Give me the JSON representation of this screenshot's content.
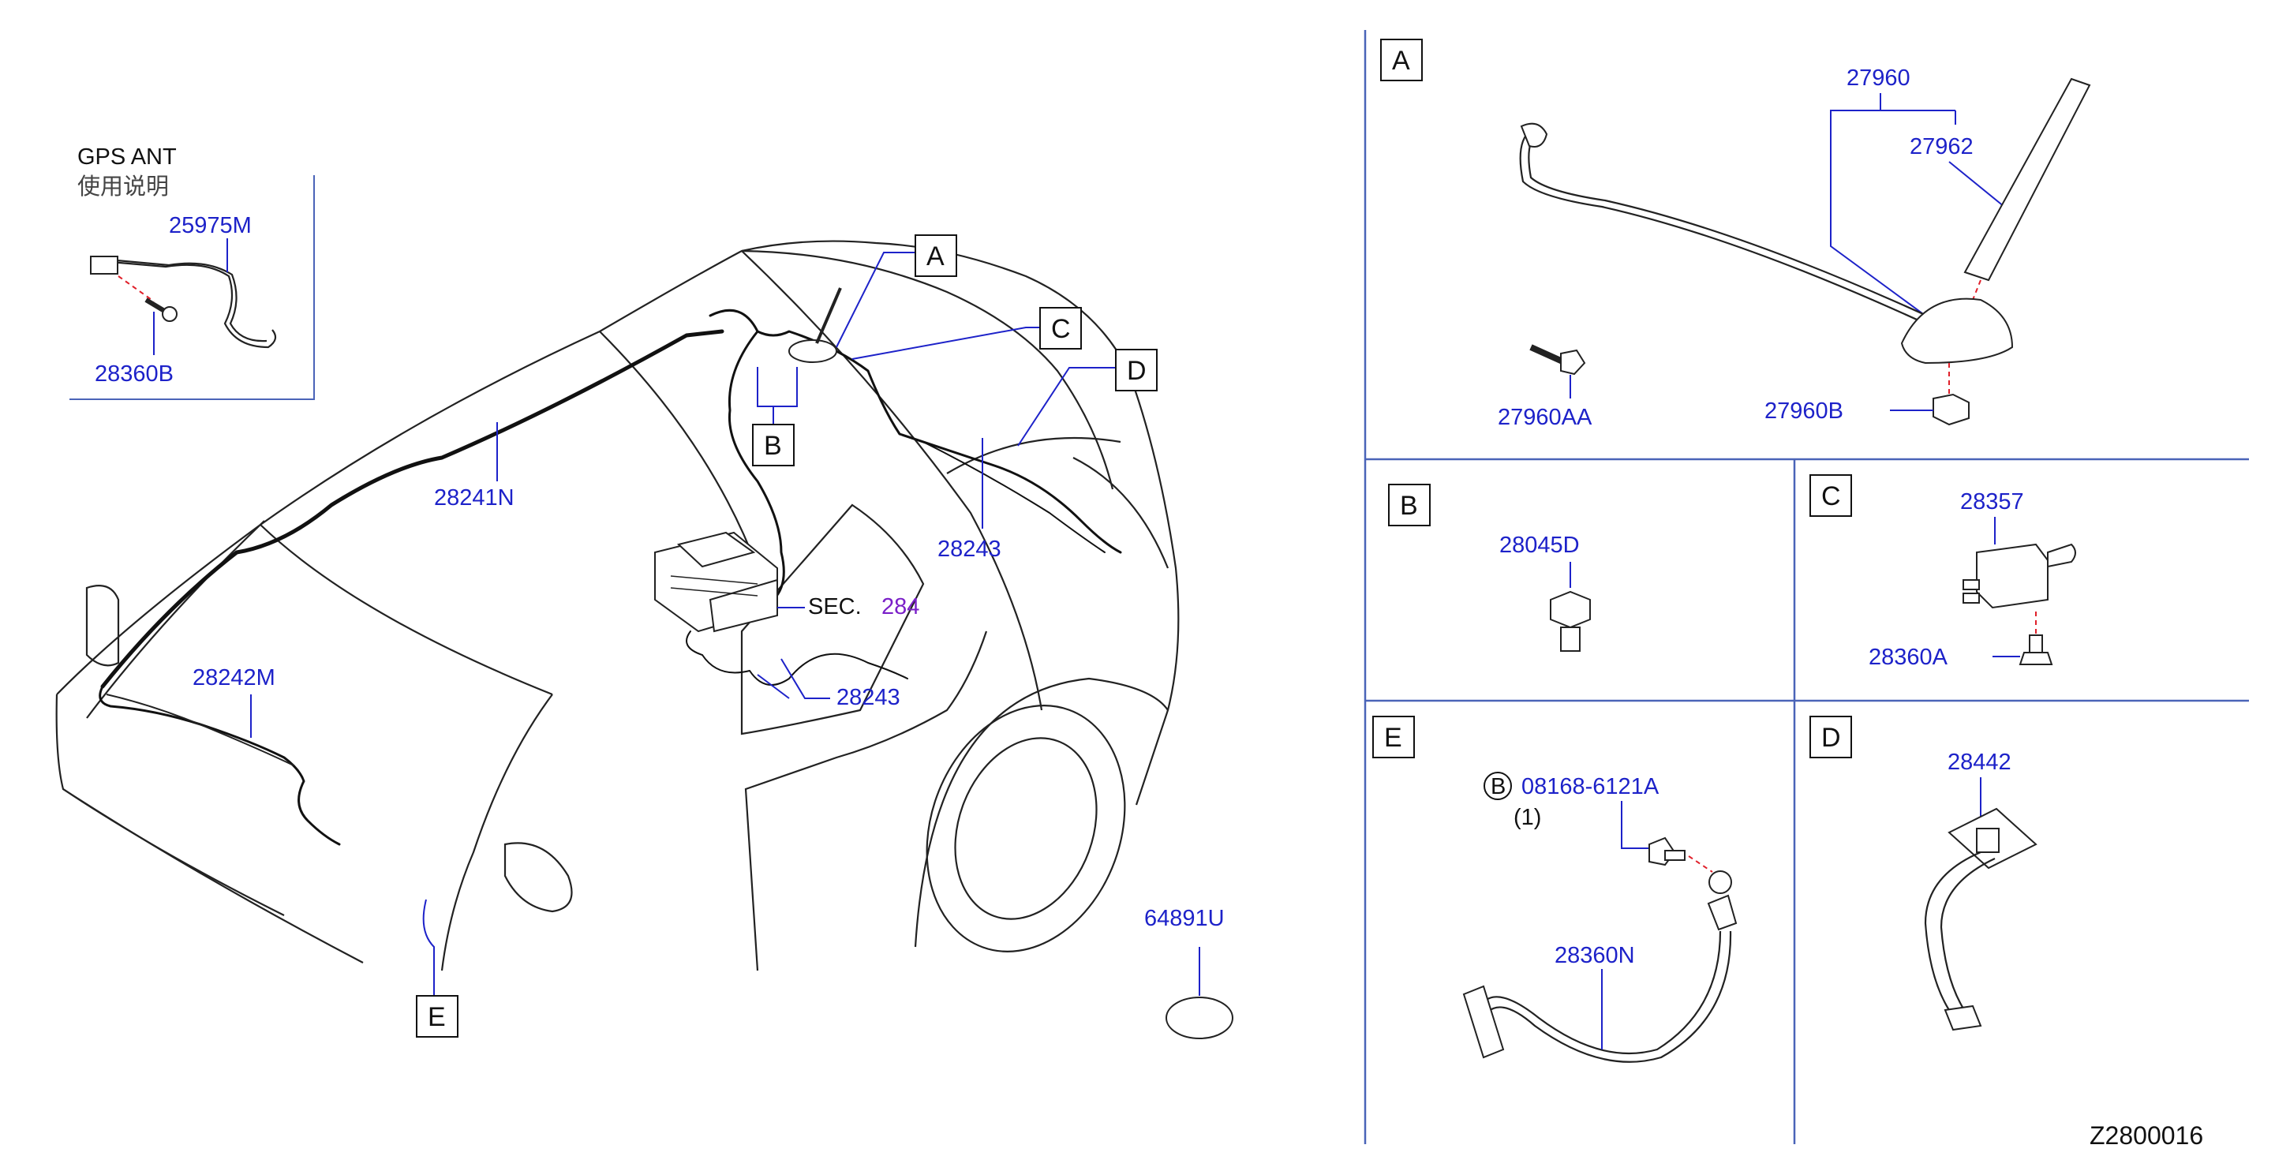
{
  "gps_note": {
    "line1": "GPS   ANT",
    "line2": "使用说明"
  },
  "labels": {
    "p25975M": "25975M",
    "p28360B": "28360B",
    "p28241N": "28241N",
    "p28242M": "28242M",
    "p28243_upper": "28243",
    "p28243_lower": "28243",
    "sec_prefix": "SEC.",
    "sec_number": "284",
    "p64891U": "64891U"
  },
  "callouts": {
    "A": "A",
    "B": "B",
    "C": "C",
    "D": "D",
    "E": "E"
  },
  "panels": {
    "A": {
      "title": "A",
      "p27960": "27960",
      "p27962": "27962",
      "p27960AA": "27960AA",
      "p27960B": "27960B"
    },
    "B": {
      "title": "B",
      "p28045D": "28045D"
    },
    "C": {
      "title": "C",
      "p28357": "28357",
      "p28360A": "28360A"
    },
    "E": {
      "title": "E",
      "bolt_mark": "B",
      "p08168": "08168-6121A",
      "qty": "(1)",
      "p28360N": "28360N"
    },
    "D": {
      "title": "D",
      "p28442": "28442"
    }
  },
  "diagram_code": "Z2800016",
  "colors": {
    "part_number": "#1d22c9",
    "section_ref": "#7a1fc8",
    "leader_dash": "#e0202a",
    "frame": "#4a64b8"
  }
}
